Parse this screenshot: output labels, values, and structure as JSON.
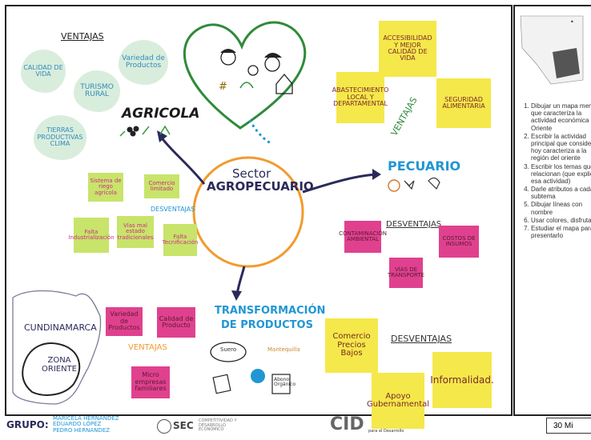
{
  "center": {
    "line1": "Sector",
    "line2": "AGROPECUARIO"
  },
  "agricola": {
    "title": "AGRICOLA",
    "ventajas_title": "VENTAJAS",
    "leaves": [
      "CALIDAD DE VIDA",
      "Variedad de Productos",
      "TURISMO RURAL",
      "TIERRAS PRODUCTIVAS CLIMA"
    ],
    "desventajas_title": "DESVENTAJAS",
    "notes": [
      "Sistema de riego agrícola",
      "Comercio limitado",
      "Falta Industrialización",
      "Vías mal estado tradicionales",
      "Falta Tecnificación"
    ]
  },
  "heart_notes": [
    "ACCESIBILIDAD Y MEJOR CALIDAD DE VIDA",
    "ABASTECIMIENTO LOCAL Y DEPARTAMENTAL",
    "SEGURIDAD ALIMENTARIA"
  ],
  "heart_ventajas": "VENTAJAS",
  "pecuario": {
    "title": "PECUARIO",
    "desventajas_title": "DESVENTAJAS",
    "notes": [
      "CONTAMINACIÓN AMBIENTAL",
      "COSTOS DE INSUMOS",
      "VÍAS DE TRANSPORTE"
    ]
  },
  "transformacion": {
    "title_line1": "TRANSFORMACIÓN",
    "title_line2": "DE PRODUCTOS",
    "ventajas_title": "VENTAJAS",
    "ventajas_notes": [
      "Variedad de Productos",
      "Calidad de Producto",
      "Micro empresas familiares"
    ],
    "desventajas_title": "DESVENTAJAS",
    "desventajas_notes": [
      "Comercio Precios Bajos",
      "Informalidad.",
      "Apoyo Gubernamental"
    ],
    "sketch_labels": [
      "Suero",
      "Mantequilla",
      "Abono Orgánico"
    ]
  },
  "map_labels": {
    "region": "CUNDINAMARCA",
    "zone": "ZONA ORIENTE"
  },
  "instructions": [
    "Dibujar un mapa mental que caracteriza la actividad económica de Oriente",
    "Escribir la actividad principal que consideran hoy caracteriza a la región del oriente",
    "Escribir los temas que se relacionan (que explican esa actividad)",
    "Darle atributos a cada subtema",
    "Dibujar líneas con nombre",
    "Usar colores, disfrutar.",
    "Estudiar el mapa para presentarlo"
  ],
  "timer": "30 Mi",
  "footer": {
    "grupo_label": "GRUPO:",
    "members": [
      "MARICELA HERNANDEZ",
      "EDUARDO LÓPEZ",
      "PEDRO HERNANDEZ"
    ],
    "sec_logo": "SEC",
    "sec_text": "COMPETITIVIDAD Y DESARROLLO ECONÓMICO",
    "cid_logo": "CID",
    "cid_text": "para el Desarrollo"
  },
  "colors": {
    "yellow_note": "#f5e84a",
    "green_note": "#c8e46a",
    "pink_note": "#e0418f",
    "leaf": "#d9eddc",
    "heart": "#2e8b3a",
    "title_blue": "#2196d3"
  }
}
